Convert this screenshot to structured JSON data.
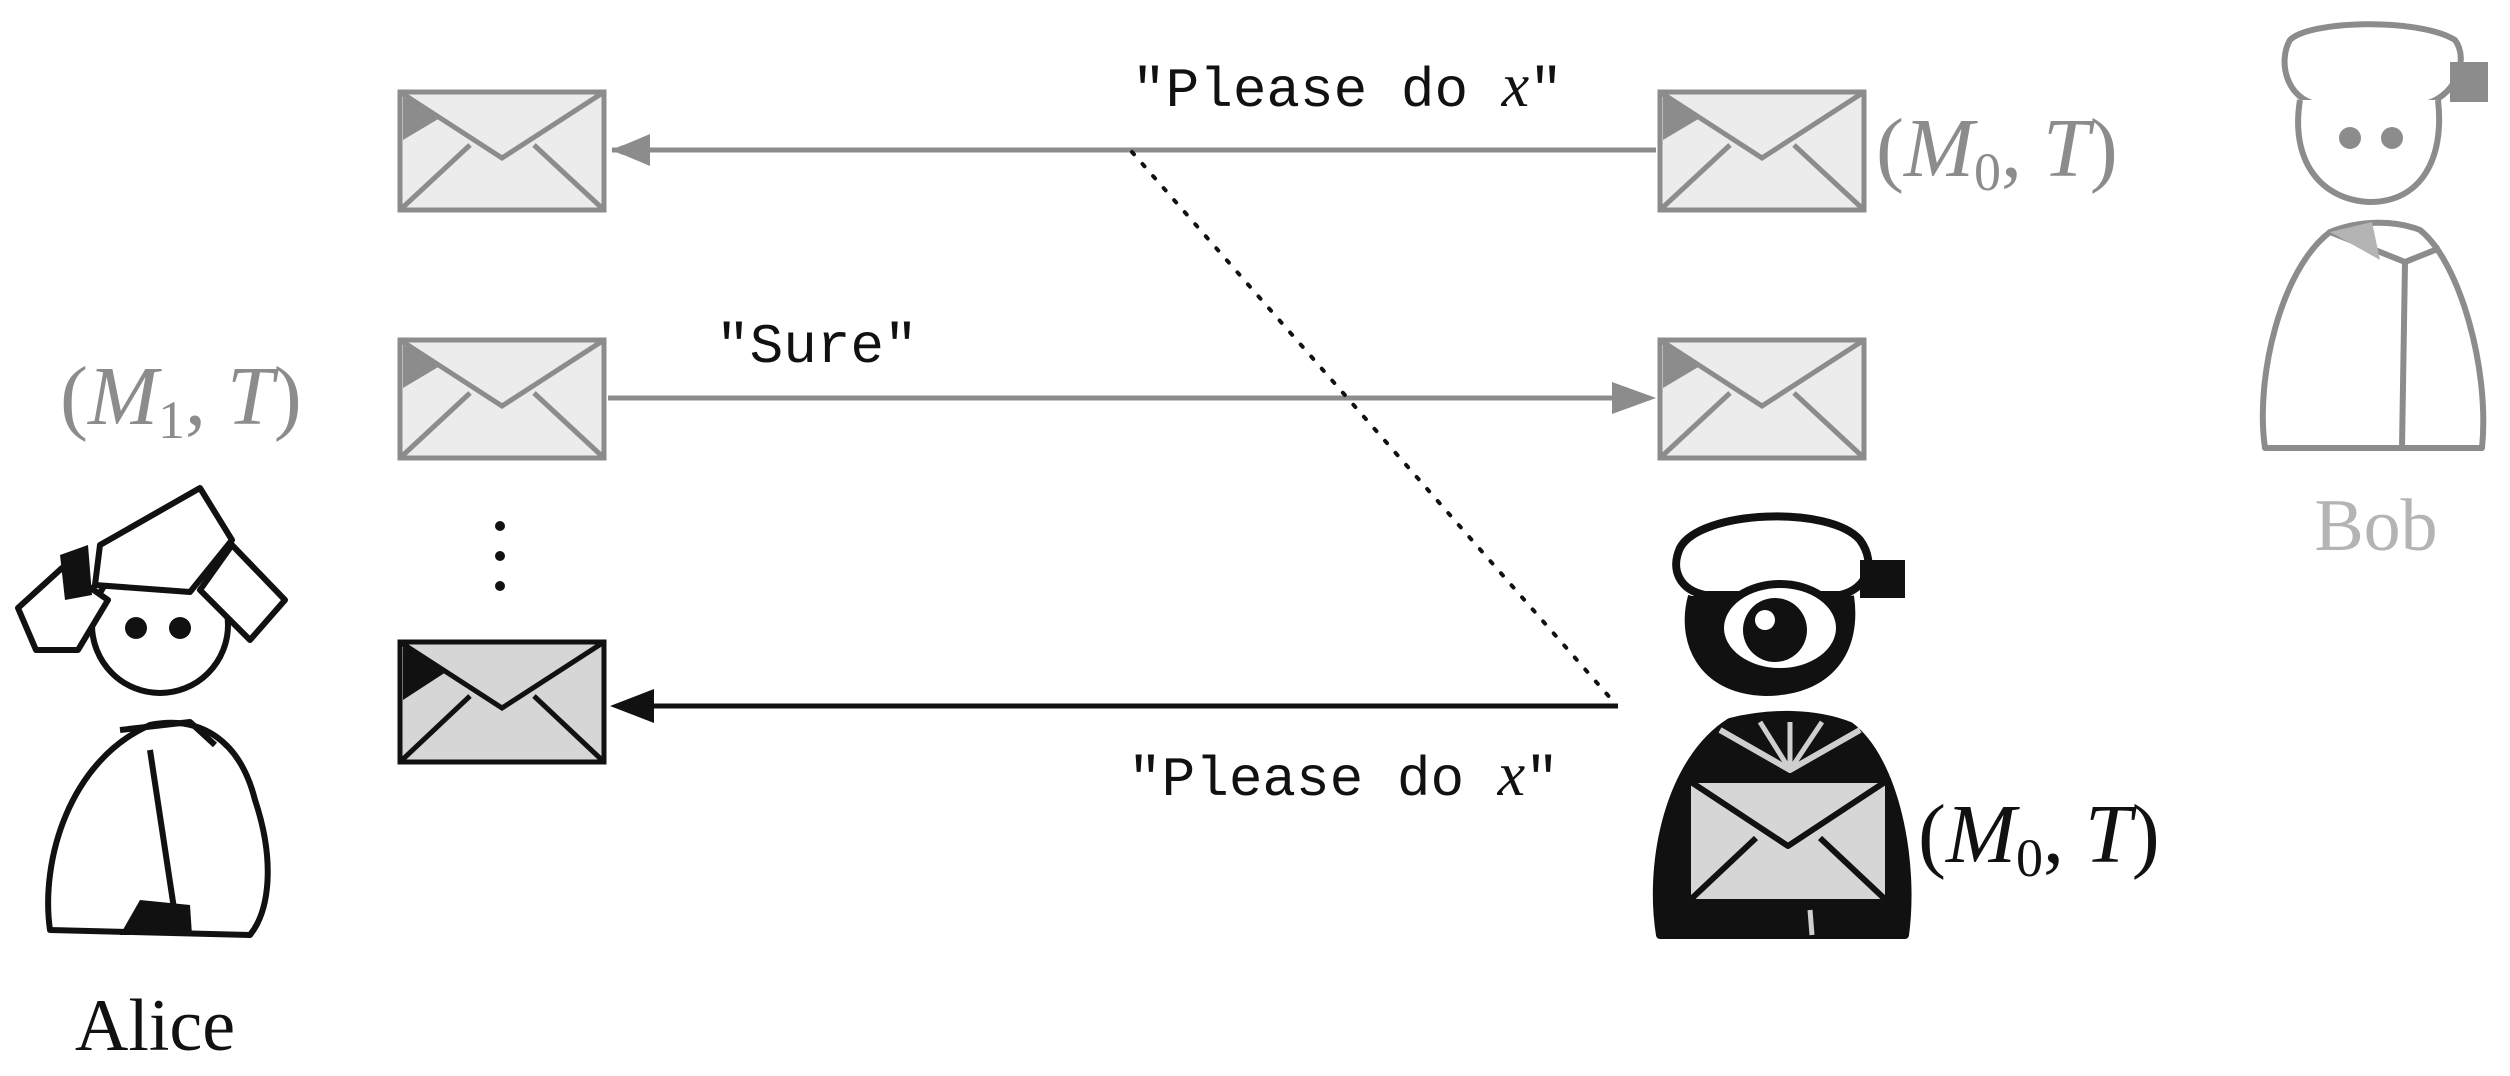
{
  "colors": {
    "black": "#111111",
    "gray": "#8c8c8c",
    "light_gray": "#b4b4b4",
    "envelope_fill_light": "#ececec",
    "envelope_fill_dark": "#cfcfcf"
  },
  "messages": {
    "top_request": {
      "quote_open": "\"",
      "text": "Please do ",
      "var": "x",
      "quote_close": "\""
    },
    "reply": {
      "text": "\"Sure\""
    },
    "forwarded_request": {
      "quote_open": "\"",
      "text": "Please do ",
      "var": "x",
      "quote_close": "\""
    }
  },
  "labels": {
    "bob_tuple": {
      "open": "(",
      "m": "M",
      "sub": "0",
      "sep": ", ",
      "t": "T",
      "close": ")"
    },
    "alice_tuple": {
      "open": "(",
      "m": "M",
      "sub": "1",
      "sep": ", ",
      "t": "T",
      "close": ")"
    },
    "eve_tuple": {
      "open": "(",
      "m": "M",
      "sub": "0",
      "sep": ", ",
      "t": "T",
      "close": ")"
    },
    "vdots": "⋮"
  },
  "people": {
    "alice": {
      "name": "Alice",
      "icon": "alice-person-icon"
    },
    "bob": {
      "name": "Bob",
      "icon": "bob-person-icon"
    },
    "eve": {
      "icon": "eavesdropper-person-icon"
    }
  }
}
